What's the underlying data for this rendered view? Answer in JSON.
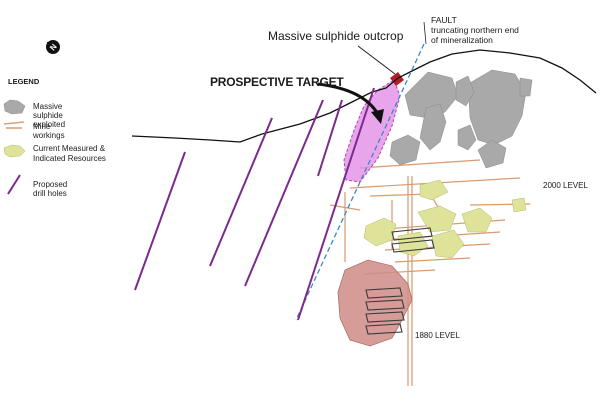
{
  "legend": {
    "title": "LEGEND",
    "items": [
      {
        "label": "Massive sulphide exploited",
        "color": "#9a9a9a"
      },
      {
        "label": "Mine workings",
        "color": "#e7a06a"
      },
      {
        "label": "Current Measured & Indicated Resources",
        "color": "#dfe39a"
      },
      {
        "label": "Proposed drill holes",
        "color": "#7c2a8c"
      }
    ]
  },
  "labels": {
    "outcrop": "Massive sulphide outcrop",
    "fault_title": "FAULT",
    "fault_line1": "truncating northern end",
    "fault_line2": "of mineralization",
    "target": "PROSPECTIVE TARGET",
    "level_2000": "2000 LEVEL",
    "level_1880": "1880 LEVEL"
  },
  "icons": {
    "north_arrow": "north-arrow-icon"
  },
  "colors": {
    "exploited": "#9a9a9a",
    "workings": "#e7a06a",
    "resources": "#dfe39a",
    "drill_holes": "#7c2a8c",
    "target": "#e58ee6",
    "fault": "#3b87c4",
    "lower_body": "#cf8c86",
    "outcrop": "#b01e2a"
  }
}
